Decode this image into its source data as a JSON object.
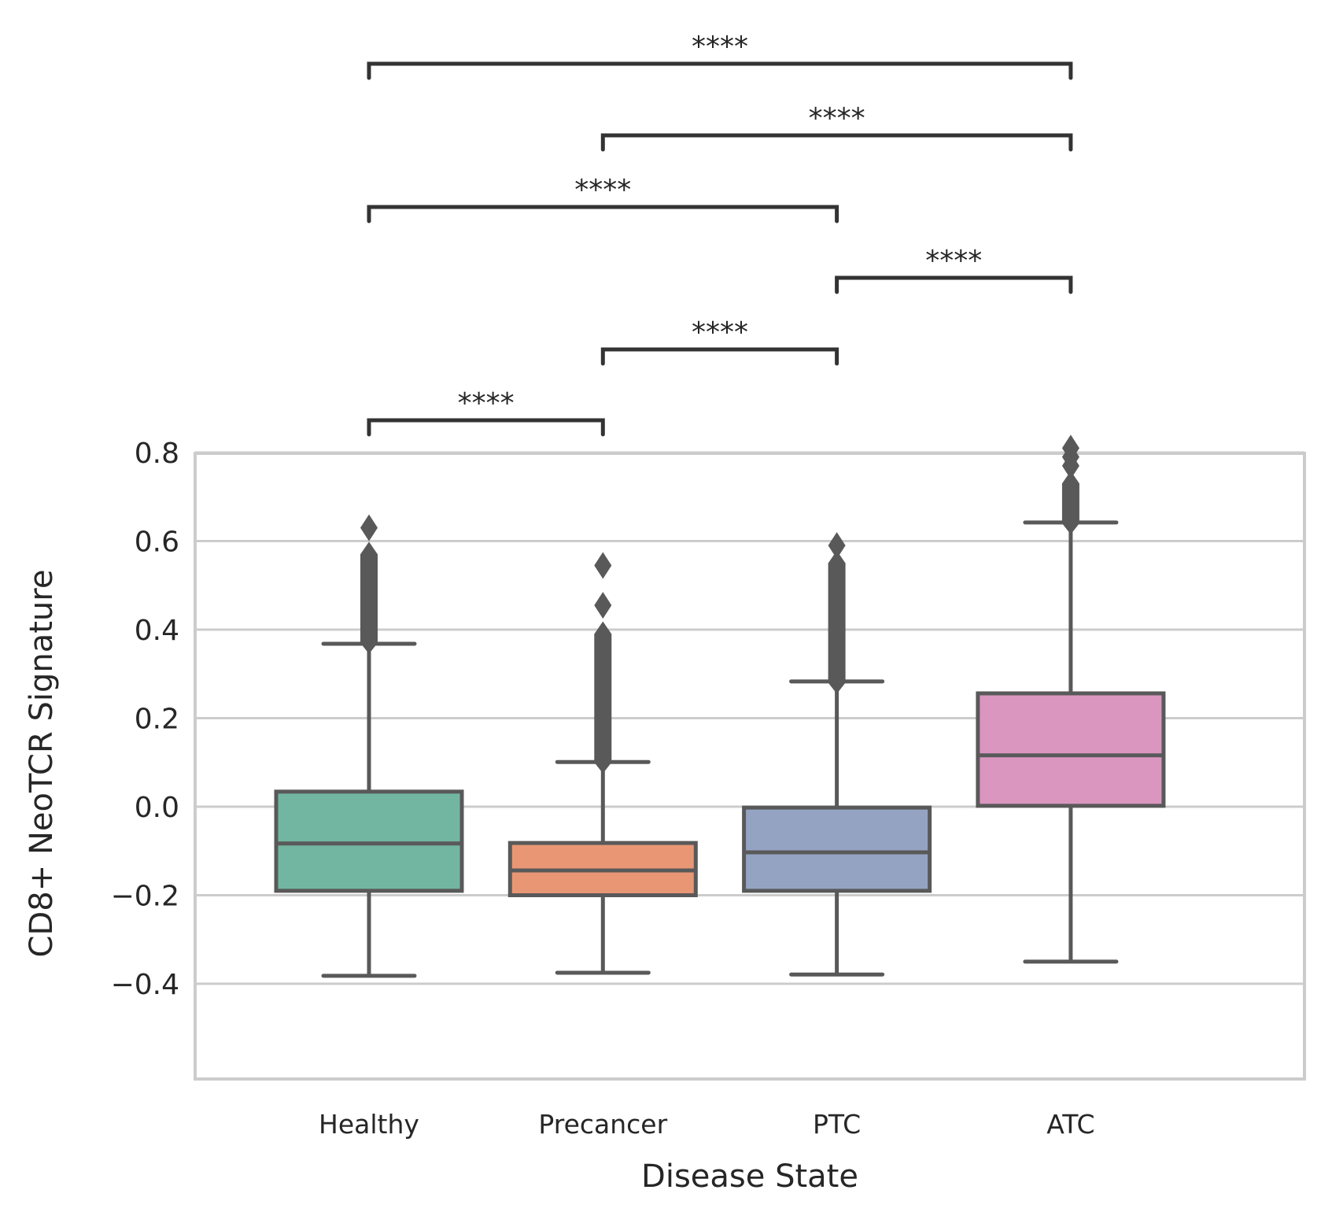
{
  "chart_data": {
    "type": "box",
    "title": "",
    "xlabel": "Disease State",
    "ylabel": "CD8+ NeoTCR Signature",
    "ylim": [
      -0.445,
      0.875
    ],
    "yticks": [
      -0.4,
      -0.2,
      0.0,
      0.2,
      0.4,
      0.6,
      0.8
    ],
    "ytick_labels": [
      "−0.4",
      "−0.2",
      "0.0",
      "0.2",
      "0.4",
      "0.6",
      "0.8"
    ],
    "grid": true,
    "categories": [
      "Healthy",
      "Precancer",
      "PTC",
      "ATC"
    ],
    "colors": [
      "#72b6a1",
      "#e99675",
      "#95a3c3",
      "#db96c0"
    ],
    "line_color": "#595959",
    "boxes": [
      {
        "name": "Healthy",
        "whisker_low": -0.382,
        "q1": -0.19,
        "median": -0.083,
        "q3": 0.034,
        "whisker_high": 0.368,
        "outlier_range": [
          0.37,
          0.57
        ],
        "outliers_extra": [
          0.63
        ]
      },
      {
        "name": "Precancer",
        "whisker_low": -0.375,
        "q1": -0.2,
        "median": -0.144,
        "q3": -0.082,
        "whisker_high": 0.101,
        "outlier_range": [
          0.1,
          0.39
        ],
        "outliers_extra": [
          0.455,
          0.545
        ]
      },
      {
        "name": "PTC",
        "whisker_low": -0.379,
        "q1": -0.19,
        "median": -0.103,
        "q3": -0.002,
        "whisker_high": 0.283,
        "outlier_range": [
          0.28,
          0.55
        ],
        "outliers_extra": [
          0.59
        ]
      },
      {
        "name": "ATC",
        "whisker_low": -0.35,
        "q1": 0.002,
        "median": 0.116,
        "q3": 0.256,
        "whisker_high": 0.642,
        "outlier_range": [
          0.64,
          0.73
        ],
        "outliers_extra": [
          0.77,
          0.79,
          0.81
        ]
      }
    ],
    "annotations": [
      {
        "from": "Healthy",
        "to": "Precancer",
        "label": "****"
      },
      {
        "from": "Precancer",
        "to": "PTC",
        "label": "****"
      },
      {
        "from": "PTC",
        "to": "ATC",
        "label": "****"
      },
      {
        "from": "Healthy",
        "to": "PTC",
        "label": "****"
      },
      {
        "from": "Precancer",
        "to": "ATC",
        "label": "****"
      },
      {
        "from": "Healthy",
        "to": "ATC",
        "label": "****"
      }
    ]
  }
}
